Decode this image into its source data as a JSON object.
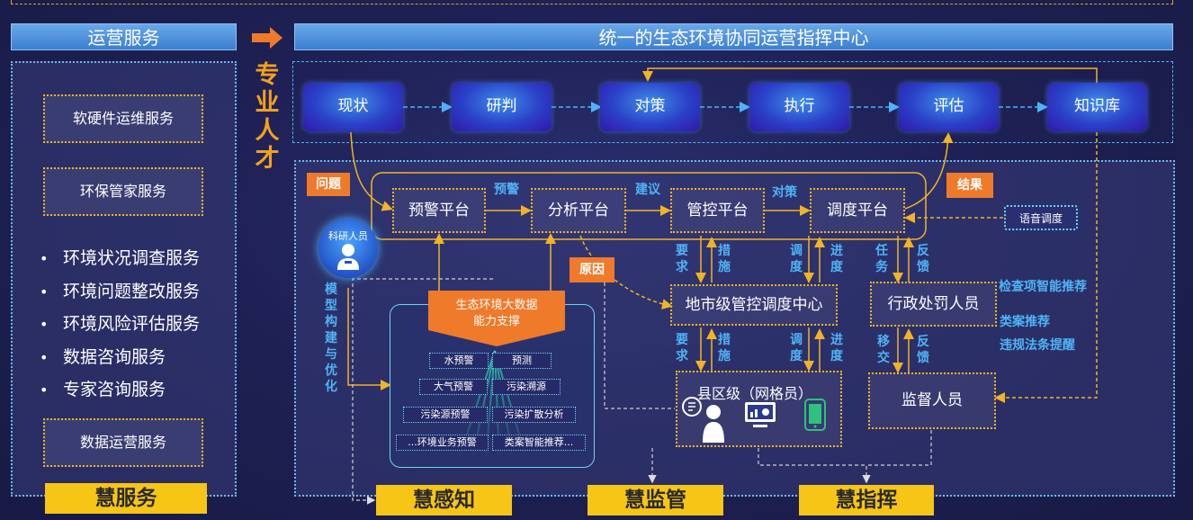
{
  "left_panel": {
    "header": "运营服务",
    "boxes": [
      "软硬件运维服务",
      "环保管家服务",
      "数据运营服务"
    ],
    "bullets": [
      "环境状况调查服务",
      "环境问题整改服务",
      "环境风险评估服务",
      "数据咨询服务",
      "专家咨询服务"
    ],
    "bottom_label": "慧服务"
  },
  "side_label": "专业人才",
  "main": {
    "header": "统一的生态环境协同运营指挥中心",
    "steps": [
      "现状",
      "研判",
      "对策",
      "执行",
      "评估",
      "知识库"
    ],
    "tags": {
      "problem": "问题",
      "result": "结果",
      "cause": "原因"
    },
    "platforms": [
      "预警平台",
      "分析平台",
      "管控平台",
      "调度平台"
    ],
    "flow_labels": [
      "预警",
      "建议",
      "对策"
    ],
    "voice": "语音调度",
    "researcher": "科研人员",
    "model_label": "模型构建与优化",
    "city_center": "地市级管控调度中心",
    "county": "县区级（网格员）",
    "admin": "行政处罚人员",
    "supervisor": "监督人员",
    "vlabels_top": [
      "要求",
      "措施",
      "调度",
      "进度",
      "任务",
      "反馈"
    ],
    "vlabels_mid": [
      "要求",
      "措施",
      "调度",
      "进度",
      "移交",
      "反馈"
    ],
    "admin_notes": [
      "检查项智能推荐",
      "类案推荐",
      "违规法条提醒"
    ],
    "capability": {
      "title_line1": "生态环境大数据",
      "title_line2": "能力支撑",
      "items": [
        "水预警",
        "预测",
        "大气预警",
        "污染溯源",
        "污染源预警",
        "污染扩散分析",
        "...环境业务预警",
        "类案智能推荐..."
      ]
    },
    "bottom_labels": [
      "慧感知",
      "慧监管",
      "慧指挥"
    ]
  },
  "colors": {
    "accent_orange": "#ef7a2a",
    "yellow": "#f6c516",
    "blue_label": "#4fb3f6",
    "dotted_yellow": "#f2b324"
  }
}
